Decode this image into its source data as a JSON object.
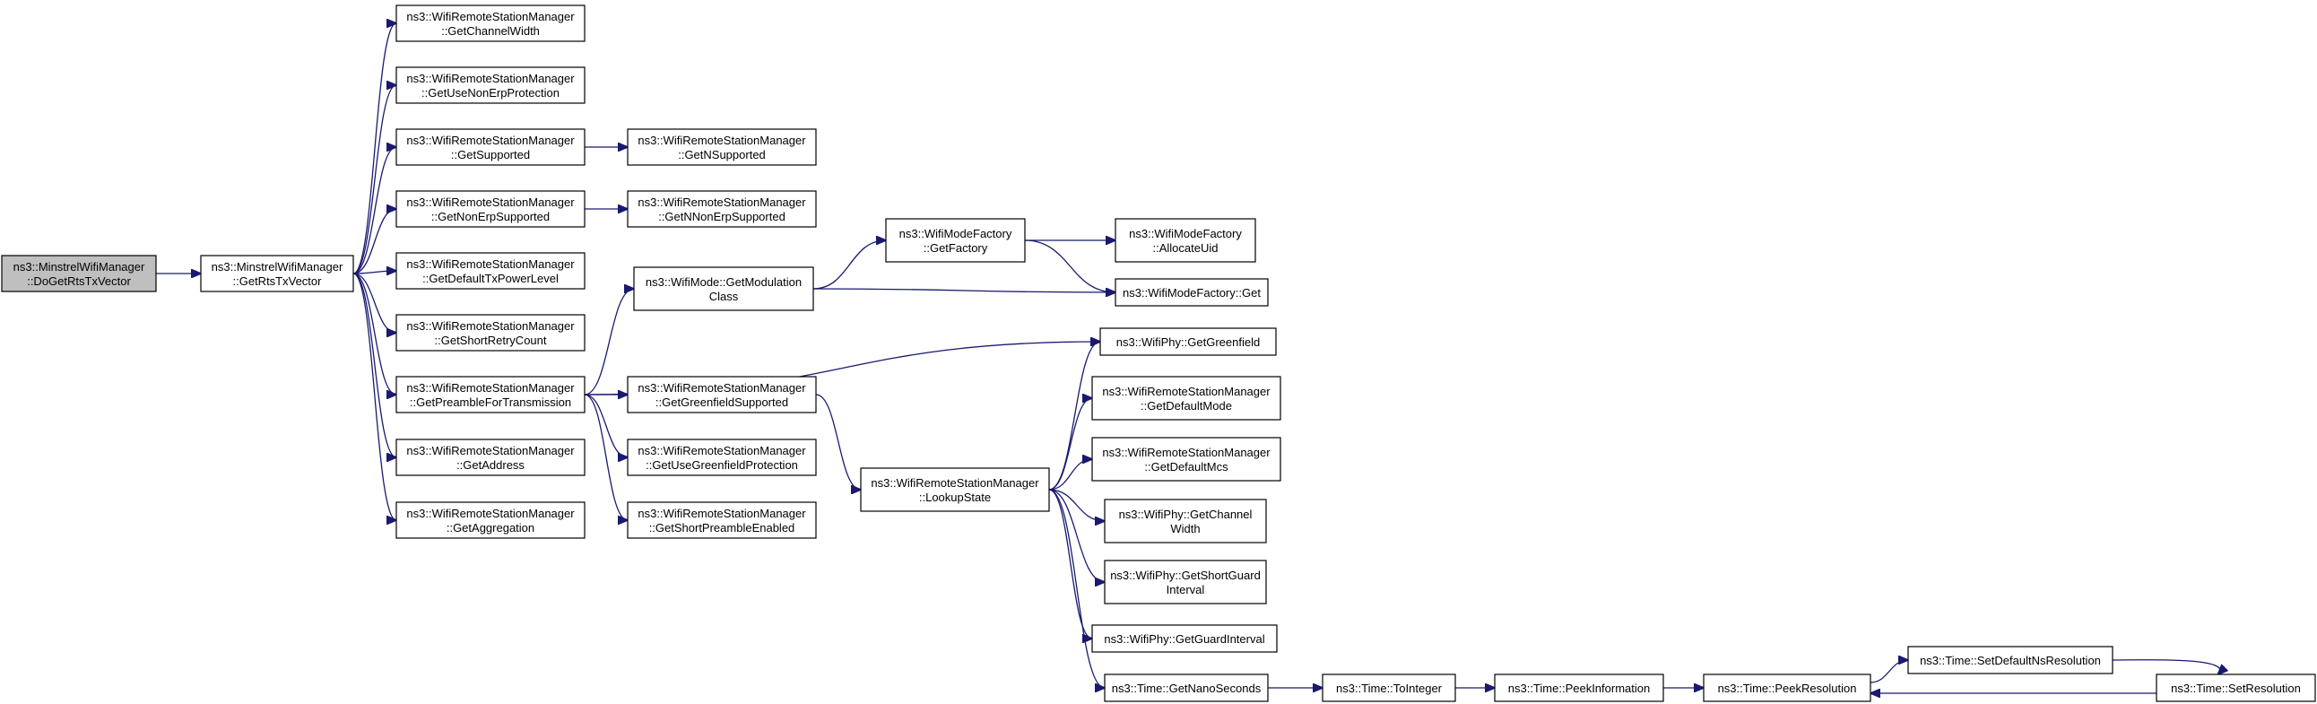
{
  "diagram": {
    "colors": {
      "edge": "#191970",
      "root_fill": "#bfbfbf",
      "node_fill": "#ffffff",
      "node_stroke": "#000000"
    },
    "nodes": [
      {
        "id": "n0",
        "lines": [
          "ns3::MinstrelWifiManager",
          "::DoGetRtsTxVector"
        ]
      },
      {
        "id": "n1",
        "lines": [
          "ns3::MinstrelWifiManager",
          "::GetRtsTxVector"
        ]
      },
      {
        "id": "n2",
        "lines": [
          "ns3::WifiRemoteStationManager",
          "::GetChannelWidth"
        ]
      },
      {
        "id": "n3",
        "lines": [
          "ns3::WifiRemoteStationManager",
          "::GetUseNonErpProtection"
        ]
      },
      {
        "id": "n4",
        "lines": [
          "ns3::WifiRemoteStationManager",
          "::GetSupported"
        ]
      },
      {
        "id": "n5",
        "lines": [
          "ns3::WifiRemoteStationManager",
          "::GetNSupported"
        ]
      },
      {
        "id": "n6",
        "lines": [
          "ns3::WifiRemoteStationManager",
          "::GetNonErpSupported"
        ]
      },
      {
        "id": "n7",
        "lines": [
          "ns3::WifiRemoteStationManager",
          "::GetNNonErpSupported"
        ]
      },
      {
        "id": "n8",
        "lines": [
          "ns3::WifiRemoteStationManager",
          "::GetDefaultTxPowerLevel"
        ]
      },
      {
        "id": "n9",
        "lines": [
          "ns3::WifiRemoteStationManager",
          "::GetShortRetryCount"
        ]
      },
      {
        "id": "n10",
        "lines": [
          "ns3::WifiRemoteStationManager",
          "::GetPreambleForTransmission"
        ]
      },
      {
        "id": "n11",
        "lines": [
          "ns3::WifiRemoteStationManager",
          "::GetAddress"
        ]
      },
      {
        "id": "n12",
        "lines": [
          "ns3::WifiRemoteStationManager",
          "::GetAggregation"
        ]
      },
      {
        "id": "n13",
        "lines": [
          "ns3::WifiMode::GetModulation",
          "Class"
        ]
      },
      {
        "id": "n14",
        "lines": [
          "ns3::WifiModeFactory",
          "::GetFactory"
        ]
      },
      {
        "id": "n15",
        "lines": [
          "ns3::WifiModeFactory",
          "::AllocateUid"
        ]
      },
      {
        "id": "n16",
        "lines": [
          "ns3::WifiModeFactory::Get"
        ]
      },
      {
        "id": "n17",
        "lines": [
          "ns3::WifiPhy::GetGreenfield"
        ]
      },
      {
        "id": "n18",
        "lines": [
          "ns3::WifiRemoteStationManager",
          "::GetGreenfieldSupported"
        ]
      },
      {
        "id": "n19",
        "lines": [
          "ns3::WifiRemoteStationManager",
          "::GetUseGreenfieldProtection"
        ]
      },
      {
        "id": "n20",
        "lines": [
          "ns3::WifiRemoteStationManager",
          "::GetShortPreambleEnabled"
        ]
      },
      {
        "id": "n21",
        "lines": [
          "ns3::WifiRemoteStationManager",
          "::LookupState"
        ]
      },
      {
        "id": "n22",
        "lines": [
          "ns3::WifiRemoteStationManager",
          "::GetDefaultMode"
        ]
      },
      {
        "id": "n23",
        "lines": [
          "ns3::WifiRemoteStationManager",
          "::GetDefaultMcs"
        ]
      },
      {
        "id": "n24",
        "lines": [
          "ns3::WifiPhy::GetChannel",
          "Width"
        ]
      },
      {
        "id": "n25",
        "lines": [
          "ns3::WifiPhy::GetShortGuard",
          "Interval"
        ]
      },
      {
        "id": "n26",
        "lines": [
          "ns3::WifiPhy::GetGuardInterval"
        ]
      },
      {
        "id": "n27",
        "lines": [
          "ns3::Time::GetNanoSeconds"
        ]
      },
      {
        "id": "n28",
        "lines": [
          "ns3::Time::ToInteger"
        ]
      },
      {
        "id": "n29",
        "lines": [
          "ns3::Time::PeekInformation"
        ]
      },
      {
        "id": "n30",
        "lines": [
          "ns3::Time::PeekResolution"
        ]
      },
      {
        "id": "n31",
        "lines": [
          "ns3::Time::SetDefaultNsResolution"
        ]
      },
      {
        "id": "n32",
        "lines": [
          "ns3::Time::SetResolution"
        ]
      }
    ],
    "edges": [
      [
        "n0",
        "n1"
      ],
      [
        "n1",
        "n2"
      ],
      [
        "n1",
        "n3"
      ],
      [
        "n1",
        "n4"
      ],
      [
        "n1",
        "n6"
      ],
      [
        "n1",
        "n8"
      ],
      [
        "n1",
        "n9"
      ],
      [
        "n1",
        "n10"
      ],
      [
        "n1",
        "n11"
      ],
      [
        "n1",
        "n12"
      ],
      [
        "n4",
        "n5"
      ],
      [
        "n6",
        "n7"
      ],
      [
        "n10",
        "n13"
      ],
      [
        "n10",
        "n17"
      ],
      [
        "n10",
        "n18"
      ],
      [
        "n10",
        "n19"
      ],
      [
        "n10",
        "n20"
      ],
      [
        "n13",
        "n14"
      ],
      [
        "n13",
        "n16"
      ],
      [
        "n14",
        "n15"
      ],
      [
        "n14",
        "n16"
      ],
      [
        "n18",
        "n21"
      ],
      [
        "n21",
        "n17"
      ],
      [
        "n21",
        "n22"
      ],
      [
        "n21",
        "n23"
      ],
      [
        "n21",
        "n24"
      ],
      [
        "n21",
        "n25"
      ],
      [
        "n21",
        "n26"
      ],
      [
        "n21",
        "n27"
      ],
      [
        "n27",
        "n28"
      ],
      [
        "n28",
        "n29"
      ],
      [
        "n29",
        "n30"
      ],
      [
        "n30",
        "n31"
      ],
      [
        "n31",
        "n32"
      ],
      [
        "n32",
        "n30"
      ]
    ]
  }
}
